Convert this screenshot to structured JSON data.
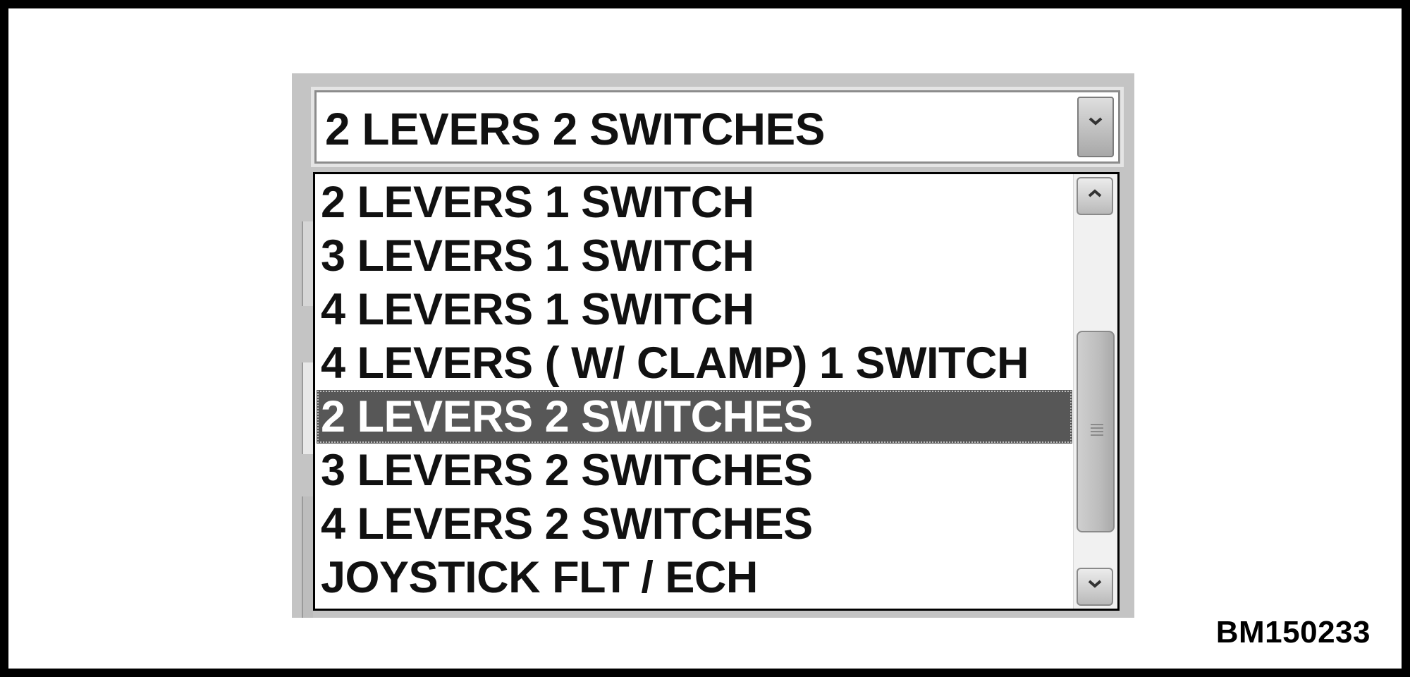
{
  "combobox": {
    "selected_value": "2 LEVERS 2 SWITCHES",
    "button_icon": "chevron-down-icon"
  },
  "dropdown_list": {
    "options": [
      "2 LEVERS 1 SWITCH",
      "3 LEVERS 1 SWITCH",
      "4 LEVERS 1 SWITCH",
      "4 LEVERS ( W/ CLAMP) 1 SWITCH",
      "2 LEVERS 2 SWITCHES",
      "3 LEVERS 2 SWITCHES",
      "4 LEVERS 2 SWITCHES",
      "JOYSTICK FLT / ECH"
    ],
    "selected_index": 4,
    "scrollbar": {
      "up_icon": "chevron-up-icon",
      "down_icon": "chevron-down-icon",
      "thumb_icon": "grip-lines-icon"
    }
  },
  "figure_code": "BM150233",
  "colors": {
    "highlight": "#575757",
    "panel": "#c4c4c4",
    "frame": "#000000"
  }
}
